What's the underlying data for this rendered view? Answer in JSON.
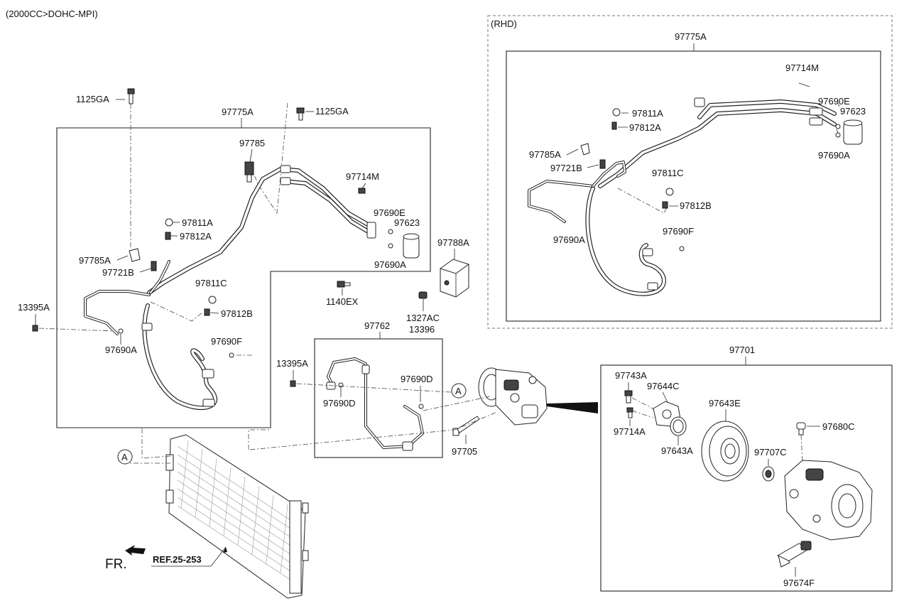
{
  "header": {
    "engine_label": "(2000CC>DOHC-MPI)"
  },
  "rhd_section": {
    "title": "(RHD)",
    "assembly_label": "97775A",
    "parts": {
      "p97714M": "97714M",
      "p97690E": "97690E",
      "p97623": "97623",
      "p97811A": "97811A",
      "p97812A": "97812A",
      "p97785A": "97785A",
      "p97721B": "97721B",
      "p97811C": "97811C",
      "p97812B": "97812B",
      "p97690A_right": "97690A",
      "p97690A_left": "97690A",
      "p97690F": "97690F"
    }
  },
  "lhd_section": {
    "assembly_label": "97775A",
    "parts": {
      "p1125GA_a": "1125GA",
      "p1125GA_b": "1125GA",
      "p97785": "97785",
      "p97714M": "97714M",
      "p97690E": "97690E",
      "p97623": "97623",
      "p97811A": "97811A",
      "p97812A": "97812A",
      "p97785A": "97785A",
      "p97721B": "97721B",
      "p97811C": "97811C",
      "p97812B": "97812B",
      "p97690A_right": "97690A",
      "p97690A_left": "97690A",
      "p97690F": "97690F",
      "p13395A": "13395A"
    }
  },
  "misc_parts": {
    "p97788A": "97788A",
    "p1140EX": "1140EX",
    "p1327AC": "1327AC",
    "p13396": "13396",
    "p97705": "97705"
  },
  "discharge_section": {
    "assembly_label": "97762",
    "parts": {
      "p13395A": "13395A",
      "p97690D_right": "97690D",
      "p97690D_left": "97690D"
    }
  },
  "compressor_section": {
    "assembly_label": "97701",
    "parts": {
      "p97743A": "97743A",
      "p97644C": "97644C",
      "p97643E": "97643E",
      "p97680C": "97680C",
      "p97714A": "97714A",
      "p97643A": "97643A",
      "p97707C": "97707C",
      "p97674F": "97674F"
    }
  },
  "markers": {
    "ref_a_1": "A",
    "ref_a_2": "A"
  },
  "footer": {
    "front_label": "FR.",
    "reference": "REF.25-253"
  }
}
